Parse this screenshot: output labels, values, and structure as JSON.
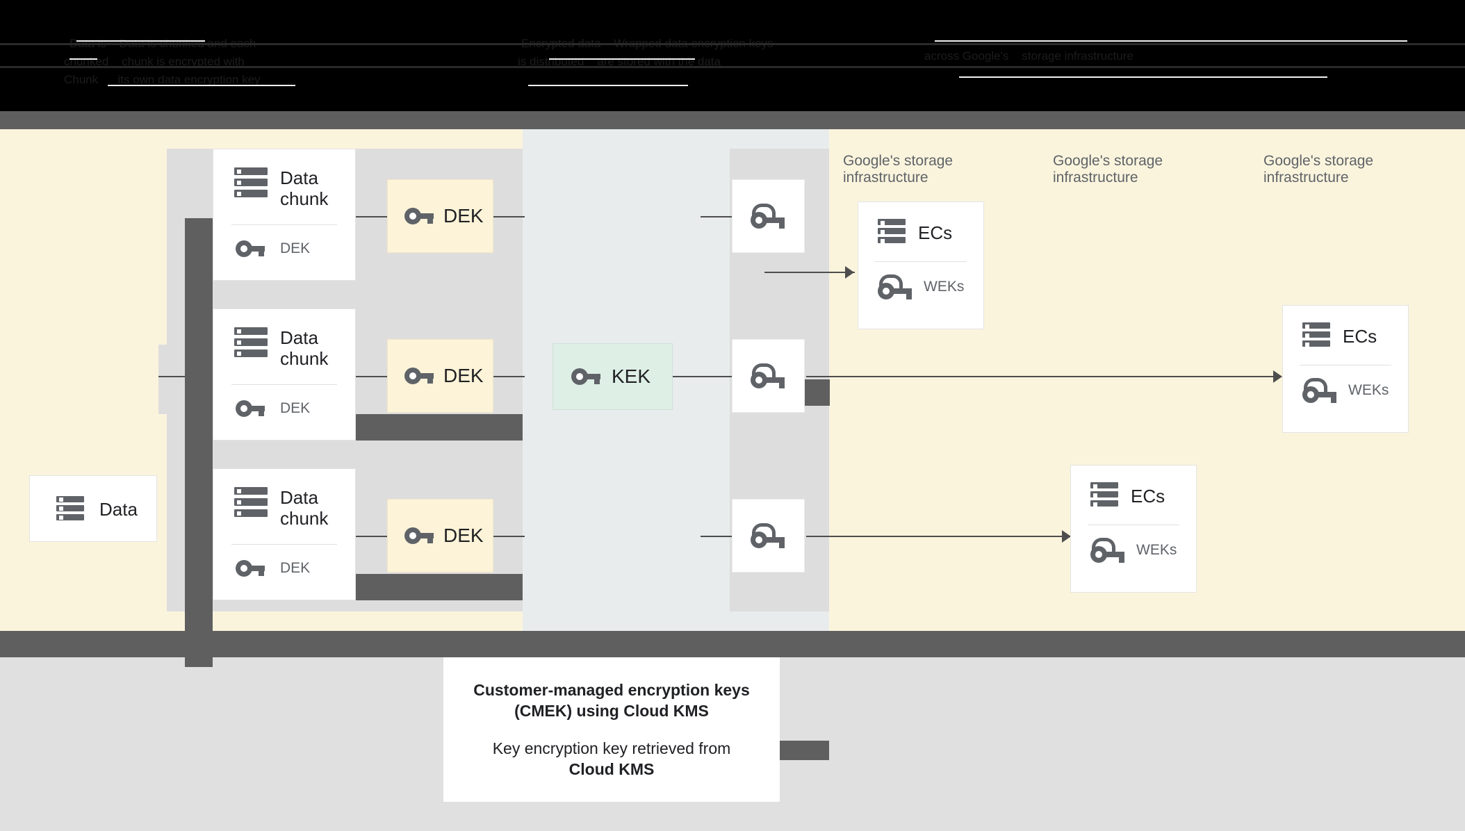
{
  "header": {
    "obscured": true,
    "lines": [
      "Data is    Data is chunked and each",
      "chunked    chunk is encrypted with",
      "Chunk      its own data encryption key",
      "Encrypted data    Wrapped data encryption keys",
      "is distributed    are stored with the data",
      "across Google's    storage infrastructure"
    ]
  },
  "diagram": {
    "source": {
      "label": "Data",
      "icon": "server-icon"
    },
    "chunks": [
      {
        "title": "Data chunk",
        "key_label": "DEK",
        "icon": "server-icon",
        "key_icon": "key-icon"
      },
      {
        "title": "Data chunk",
        "key_label": "DEK",
        "icon": "server-icon",
        "key_icon": "key-icon"
      },
      {
        "title": "Data chunk",
        "key_label": "DEK",
        "icon": "server-icon",
        "key_icon": "key-icon"
      }
    ],
    "deks": [
      {
        "label": "DEK",
        "icon": "key-icon"
      },
      {
        "label": "DEK",
        "icon": "key-icon"
      },
      {
        "label": "DEK",
        "icon": "key-icon"
      }
    ],
    "kek": {
      "label": "KEK",
      "icon": "key-icon"
    },
    "wrapped_keys": [
      {
        "icon": "wrapped-key-icon"
      },
      {
        "icon": "wrapped-key-icon"
      },
      {
        "icon": "wrapped-key-icon"
      }
    ],
    "infra_labels": [
      "Google's storage\ninfrastructure",
      "Google's storage\ninfrastructure",
      "Google's storage\ninfrastructure"
    ],
    "ec_cards": [
      {
        "title": "ECs",
        "key_label": "WEKs",
        "icon": "server-icon",
        "key_icon": "wrapped-key-icon"
      },
      {
        "title": "ECs",
        "key_label": "WEKs",
        "icon": "server-icon",
        "key_icon": "wrapped-key-icon"
      },
      {
        "title": "ECs",
        "key_label": "WEKs",
        "icon": "server-icon",
        "key_icon": "wrapped-key-icon"
      }
    ]
  },
  "caption": {
    "line1": "Customer-managed encryption keys",
    "line2": "(CMEK) using Cloud KMS",
    "line3": "Key encryption key retrieved from",
    "line4": "Cloud KMS"
  },
  "colors": {
    "canvas_cream": "#fbf4dd",
    "mid_column": "#e8ecec",
    "kek_green": "#deefe6",
    "dek_cream": "#fdf3d8",
    "mask_gray": "#5f5f5f",
    "band_gray": "#dddddd",
    "page_gray": "#e0e0e0",
    "text_dark": "#202124",
    "text_muted": "#5f6368"
  }
}
